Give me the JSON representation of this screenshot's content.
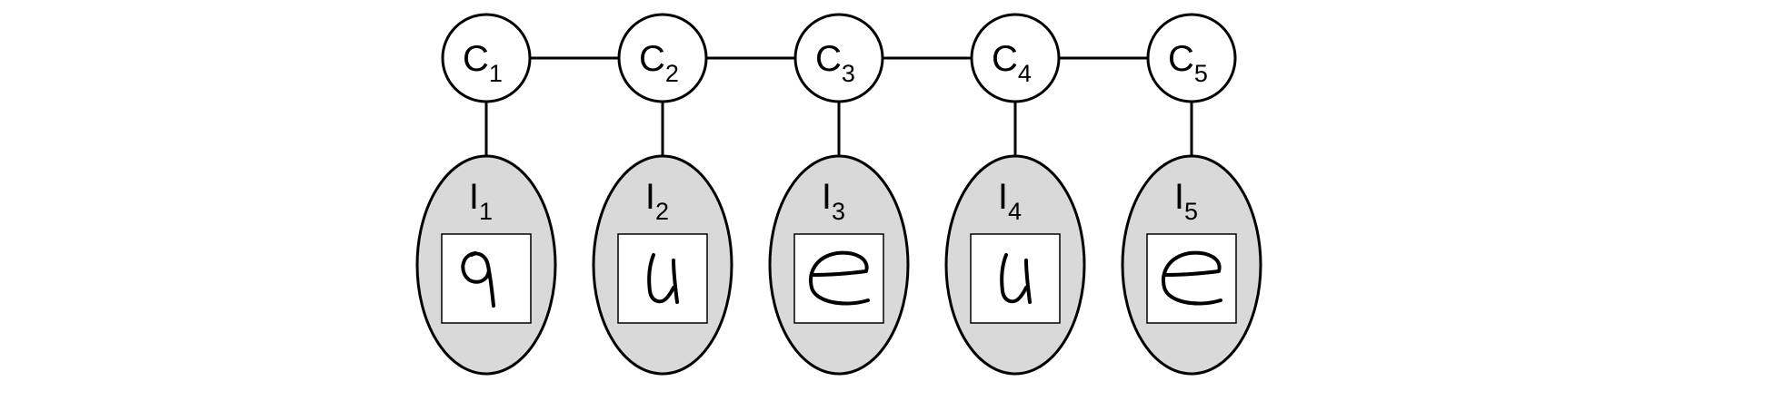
{
  "class_nodes": [
    {
      "letter": "C",
      "index": "1"
    },
    {
      "letter": "C",
      "index": "2"
    },
    {
      "letter": "C",
      "index": "3"
    },
    {
      "letter": "C",
      "index": "4"
    },
    {
      "letter": "C",
      "index": "5"
    }
  ],
  "image_nodes": [
    {
      "letter": "I",
      "index": "1",
      "glyph": "q"
    },
    {
      "letter": "I",
      "index": "2",
      "glyph": "u"
    },
    {
      "letter": "I",
      "index": "3",
      "glyph": "e"
    },
    {
      "letter": "I",
      "index": "4",
      "glyph": "u"
    },
    {
      "letter": "I",
      "index": "5",
      "glyph": "e"
    }
  ],
  "colors": {
    "stroke": "#000000",
    "image_node_fill": "#d9d9d9",
    "class_node_fill": "#ffffff",
    "image_box_fill": "#ffffff"
  }
}
